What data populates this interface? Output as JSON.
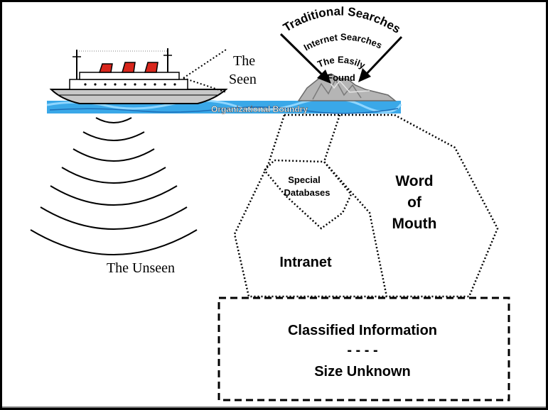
{
  "diagram": {
    "ship_label_line1": "The",
    "ship_label_line2": "Seen",
    "unseen_label": "The Unseen",
    "arc_label_1": "Traditional Searches",
    "arc_label_2": "Internet Searches",
    "arc_label_3": "The Easily",
    "arc_label_4": "Found",
    "water_label": "Organizational Boundry",
    "special_db_line1": "Special",
    "special_db_line2": "Databases",
    "word_of_mouth_line1": "Word",
    "word_of_mouth_line2": "of",
    "word_of_mouth_line3": "Mouth",
    "intranet_label": "Intranet",
    "classified_line1": "Classified Information",
    "classified_line2": "- - - -",
    "classified_line3": "Size Unknown"
  },
  "colors": {
    "water": "#3aa8e8",
    "water_light": "#8fd6ff",
    "funnel_red": "#d8261c",
    "hull": "#c8c8c8",
    "ice_gray": "#9a9a9a"
  }
}
